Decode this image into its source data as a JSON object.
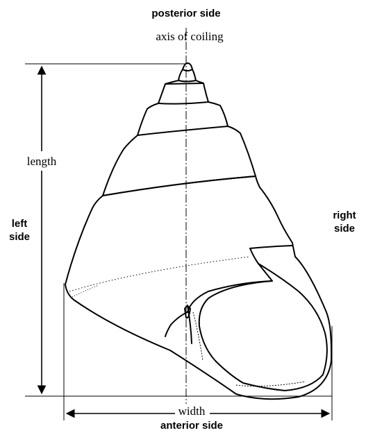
{
  "labels": {
    "posterior": "posterior side",
    "axis": "axis of coiling",
    "length": "length",
    "left_line1": "left",
    "left_line2": "side",
    "right_line1": "right",
    "right_line2": "side",
    "width": "width",
    "anterior": "anterior side"
  }
}
